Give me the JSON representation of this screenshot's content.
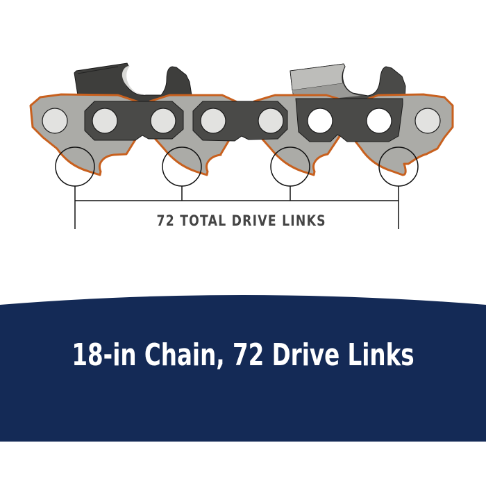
{
  "diagram": {
    "subject": "saw-chain-drive-links",
    "caption": "72 TOTAL DRIVE LINKS",
    "highlighted_drive_link_count": 4,
    "colors": {
      "drive_link_fill": "#ababa7",
      "drive_link_outline": "#c8601e",
      "side_strap_fill": "#4a4a48",
      "cutter_dark": "#3e3e3c",
      "cutter_light": "#bdbdba",
      "rivet_fill": "#e2e2e0",
      "line_color": "#111111",
      "caption_color": "#444444"
    }
  },
  "banner": {
    "headline": "18-in Chain, 72 Drive Links",
    "background_color": "#142a56",
    "text_color": "#ffffff"
  }
}
